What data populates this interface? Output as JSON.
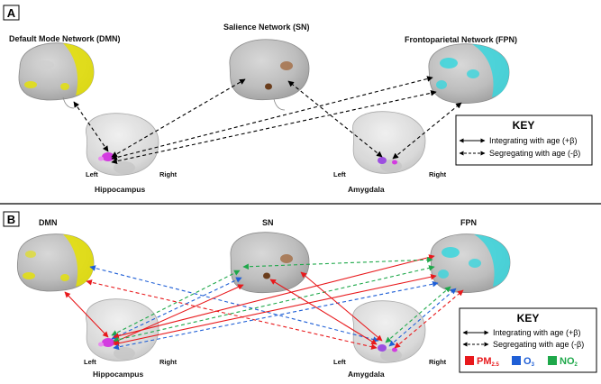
{
  "panel_a": {
    "letter": "A",
    "dmn_title": "Default Mode Network (DMN)",
    "sn_title": "Salience Network (SN)",
    "fpn_title": "Frontoparietal Network (FPN)",
    "hippocampus": "Hippocampus",
    "amygdala": "Amygdala",
    "left": "Left",
    "right": "Right",
    "key": {
      "title": "KEY",
      "integrating": "Integrating with age (+β)",
      "segregating": "Segregating with age (-β)"
    }
  },
  "panel_b": {
    "letter": "B",
    "dmn_title": "DMN",
    "sn_title": "SN",
    "fpn_title": "FPN",
    "hippocampus": "Hippocampus",
    "amygdala": "Amygdala",
    "left": "Left",
    "right": "Right",
    "key": {
      "title": "KEY",
      "integrating": "Integrating with age (+β)",
      "segregating": "Segregating with age (-β)",
      "pm_main": "PM",
      "pm_sub": "2.5",
      "o_main": "O",
      "o_sub": "3",
      "no_main": "NO",
      "no_sub": "2"
    }
  },
  "colors": {
    "pm": "#e8191c",
    "o3": "#1f5fd6",
    "no2": "#1ea84a",
    "dmn": "#e6e200",
    "sn": "#a0653a",
    "fpn": "#38d6dd",
    "subcortical": "#d33be0"
  }
}
